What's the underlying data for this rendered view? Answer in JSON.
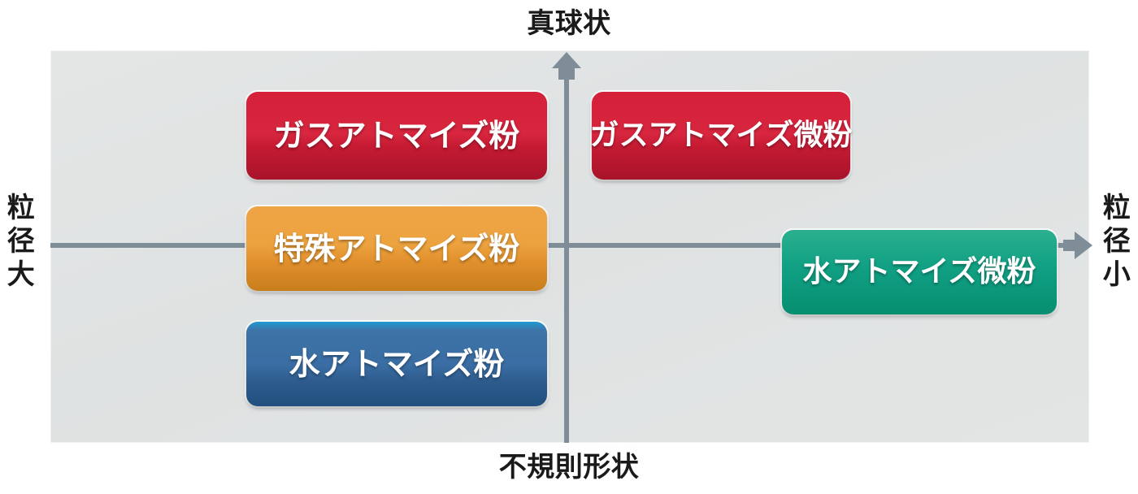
{
  "diagram": {
    "title_top": "真球状",
    "title_bottom": "不規則形状",
    "axis_left_label": "粒径大",
    "axis_right_label": "粒径小",
    "axis_color": "#7f8d99",
    "background_color": "#e1e4e4",
    "axes": {
      "vertical": {
        "low": "不規則形状",
        "high": "真球状",
        "icon": "arrow-up-icon"
      },
      "horizontal": {
        "low": "粒径大",
        "high": "粒径小",
        "icon": "arrow-right-icon"
      }
    },
    "nodes": [
      {
        "id": "gas-atomized-powder",
        "label": "ガスアトマイズ粉",
        "color": "#d42038"
      },
      {
        "id": "gas-atomized-fine-powder",
        "label": "ガスアトマイズ微粉",
        "color": "#d42038"
      },
      {
        "id": "special-atomized-powder",
        "label": "特殊アトマイズ粉",
        "color": "#eca23e"
      },
      {
        "id": "water-atomized-powder",
        "label": "水アトマイズ粉",
        "color": "#3a6da3"
      },
      {
        "id": "water-atomized-fine-powder",
        "label": "水アトマイズ微粉",
        "color": "#12a184"
      }
    ]
  }
}
